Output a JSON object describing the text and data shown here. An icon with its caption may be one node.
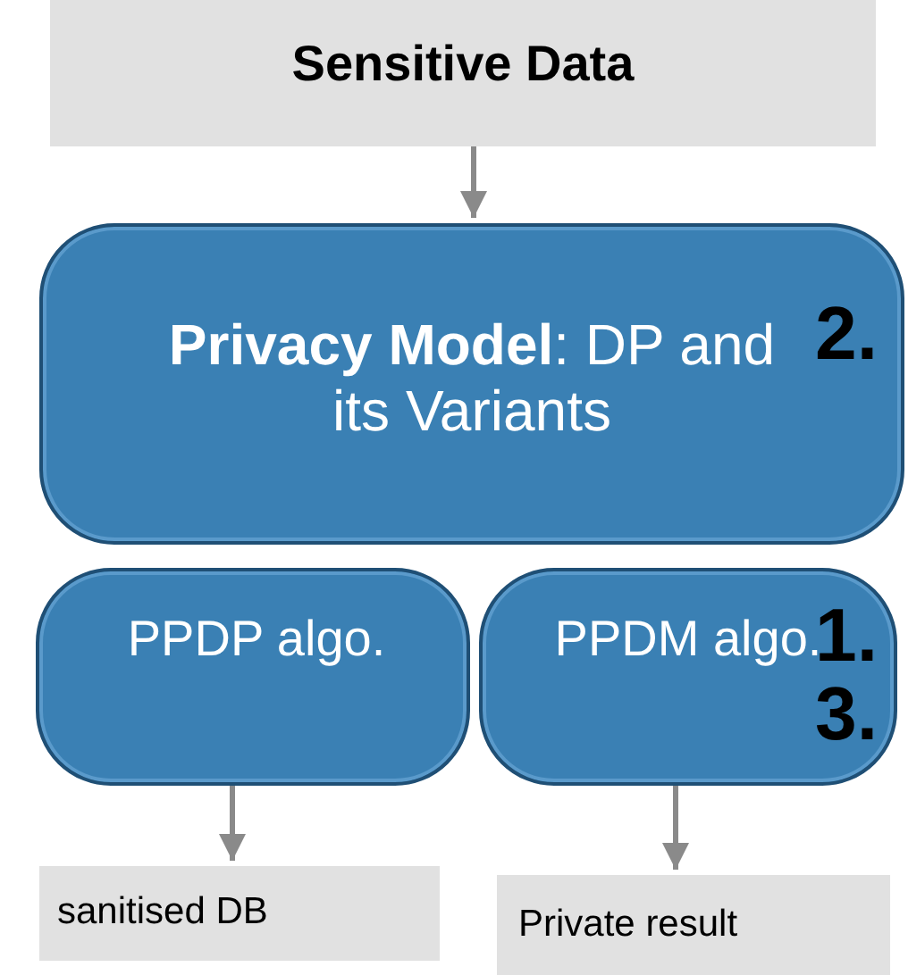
{
  "diagram": {
    "nodes": [
      {
        "text": [
          "Sensitive Data"
        ]
      },
      {
        "text": [
          "**Privacy Model**: DP and its Variants",
          "2."
        ]
      },
      {
        "text": [
          "PPDP algo."
        ]
      },
      {
        "text": [
          "PPDM algo.",
          "1.",
          "3."
        ]
      },
      {
        "text": [
          "sanitised DB"
        ]
      },
      {
        "text": [
          "Private result"
        ]
      }
    ],
    "edges": [
      {
        "from": 0,
        "to": 1,
        "arrow": "to"
      },
      {
        "from": 2,
        "to": 4,
        "arrow": "to"
      },
      {
        "from": 3,
        "to": 5,
        "arrow": "to"
      }
    ]
  }
}
